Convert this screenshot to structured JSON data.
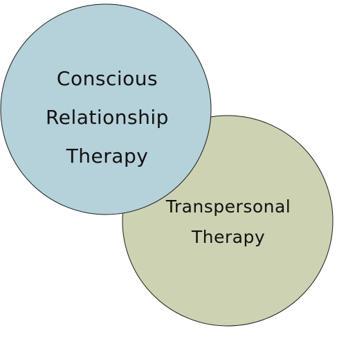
{
  "diagram": {
    "circles": [
      {
        "lines": [
          "Conscious",
          "Relationship",
          "Therapy"
        ],
        "fill": "#b5d1da"
      },
      {
        "lines": [
          "Transpersonal",
          "Therapy"
        ],
        "fill": "#cdd3b2"
      }
    ],
    "stroke": "#1a1a1a"
  }
}
